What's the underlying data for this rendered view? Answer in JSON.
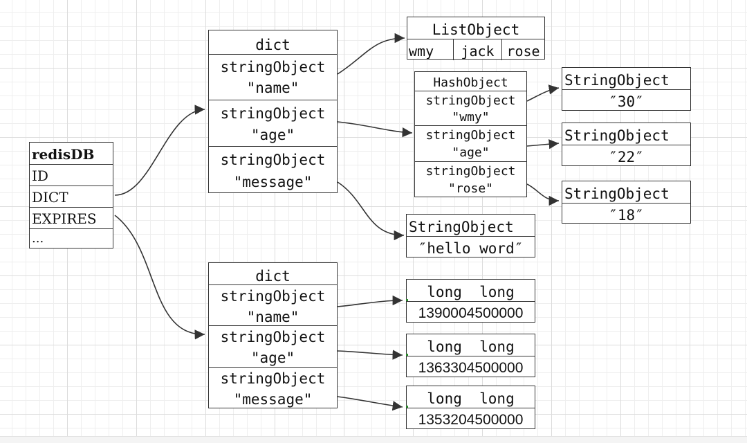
{
  "redisdb": {
    "title": "redisDB",
    "fields": [
      "ID",
      "DICT",
      "EXPIRES",
      "..."
    ]
  },
  "dict_main": {
    "title": "dict",
    "entries": [
      {
        "type": "stringObject",
        "key": "\"name\""
      },
      {
        "type": "stringObject",
        "key": "\"age\""
      },
      {
        "type": "stringObject",
        "key": "\"message\""
      }
    ]
  },
  "dict_expires": {
    "title": "dict",
    "entries": [
      {
        "type": "stringObject",
        "key": "\"name\""
      },
      {
        "type": "stringObject",
        "key": "\"age\""
      },
      {
        "type": "stringObject",
        "key": "\"message\""
      }
    ]
  },
  "list_object": {
    "title": "ListObject",
    "items": [
      "wmy",
      "jack",
      "rose"
    ]
  },
  "hash_object": {
    "title": "HashObject",
    "entries": [
      {
        "type": "stringObject",
        "key": "\"wmy\""
      },
      {
        "type": "stringObject",
        "key": "\"age\""
      },
      {
        "type": "stringObject",
        "key": "\"rose\""
      }
    ]
  },
  "hash_values": [
    {
      "title": "StringObject",
      "value": "″30″"
    },
    {
      "title": "StringObject",
      "value": "″22″"
    },
    {
      "title": "StringObject",
      "value": "″18″"
    }
  ],
  "message_value": {
    "title": "StringObject",
    "value": "″hello word″"
  },
  "expire_values": [
    {
      "title": "long  long",
      "value": "1390004500000"
    },
    {
      "title": "long  long",
      "value": "1363304500000"
    },
    {
      "title": "long  long",
      "value": "1353204500000"
    }
  ],
  "colors": {
    "line": "#333333",
    "grid": "#dcdcdc",
    "box_fill": "#ffffff",
    "marker": "#2e8b2e"
  }
}
